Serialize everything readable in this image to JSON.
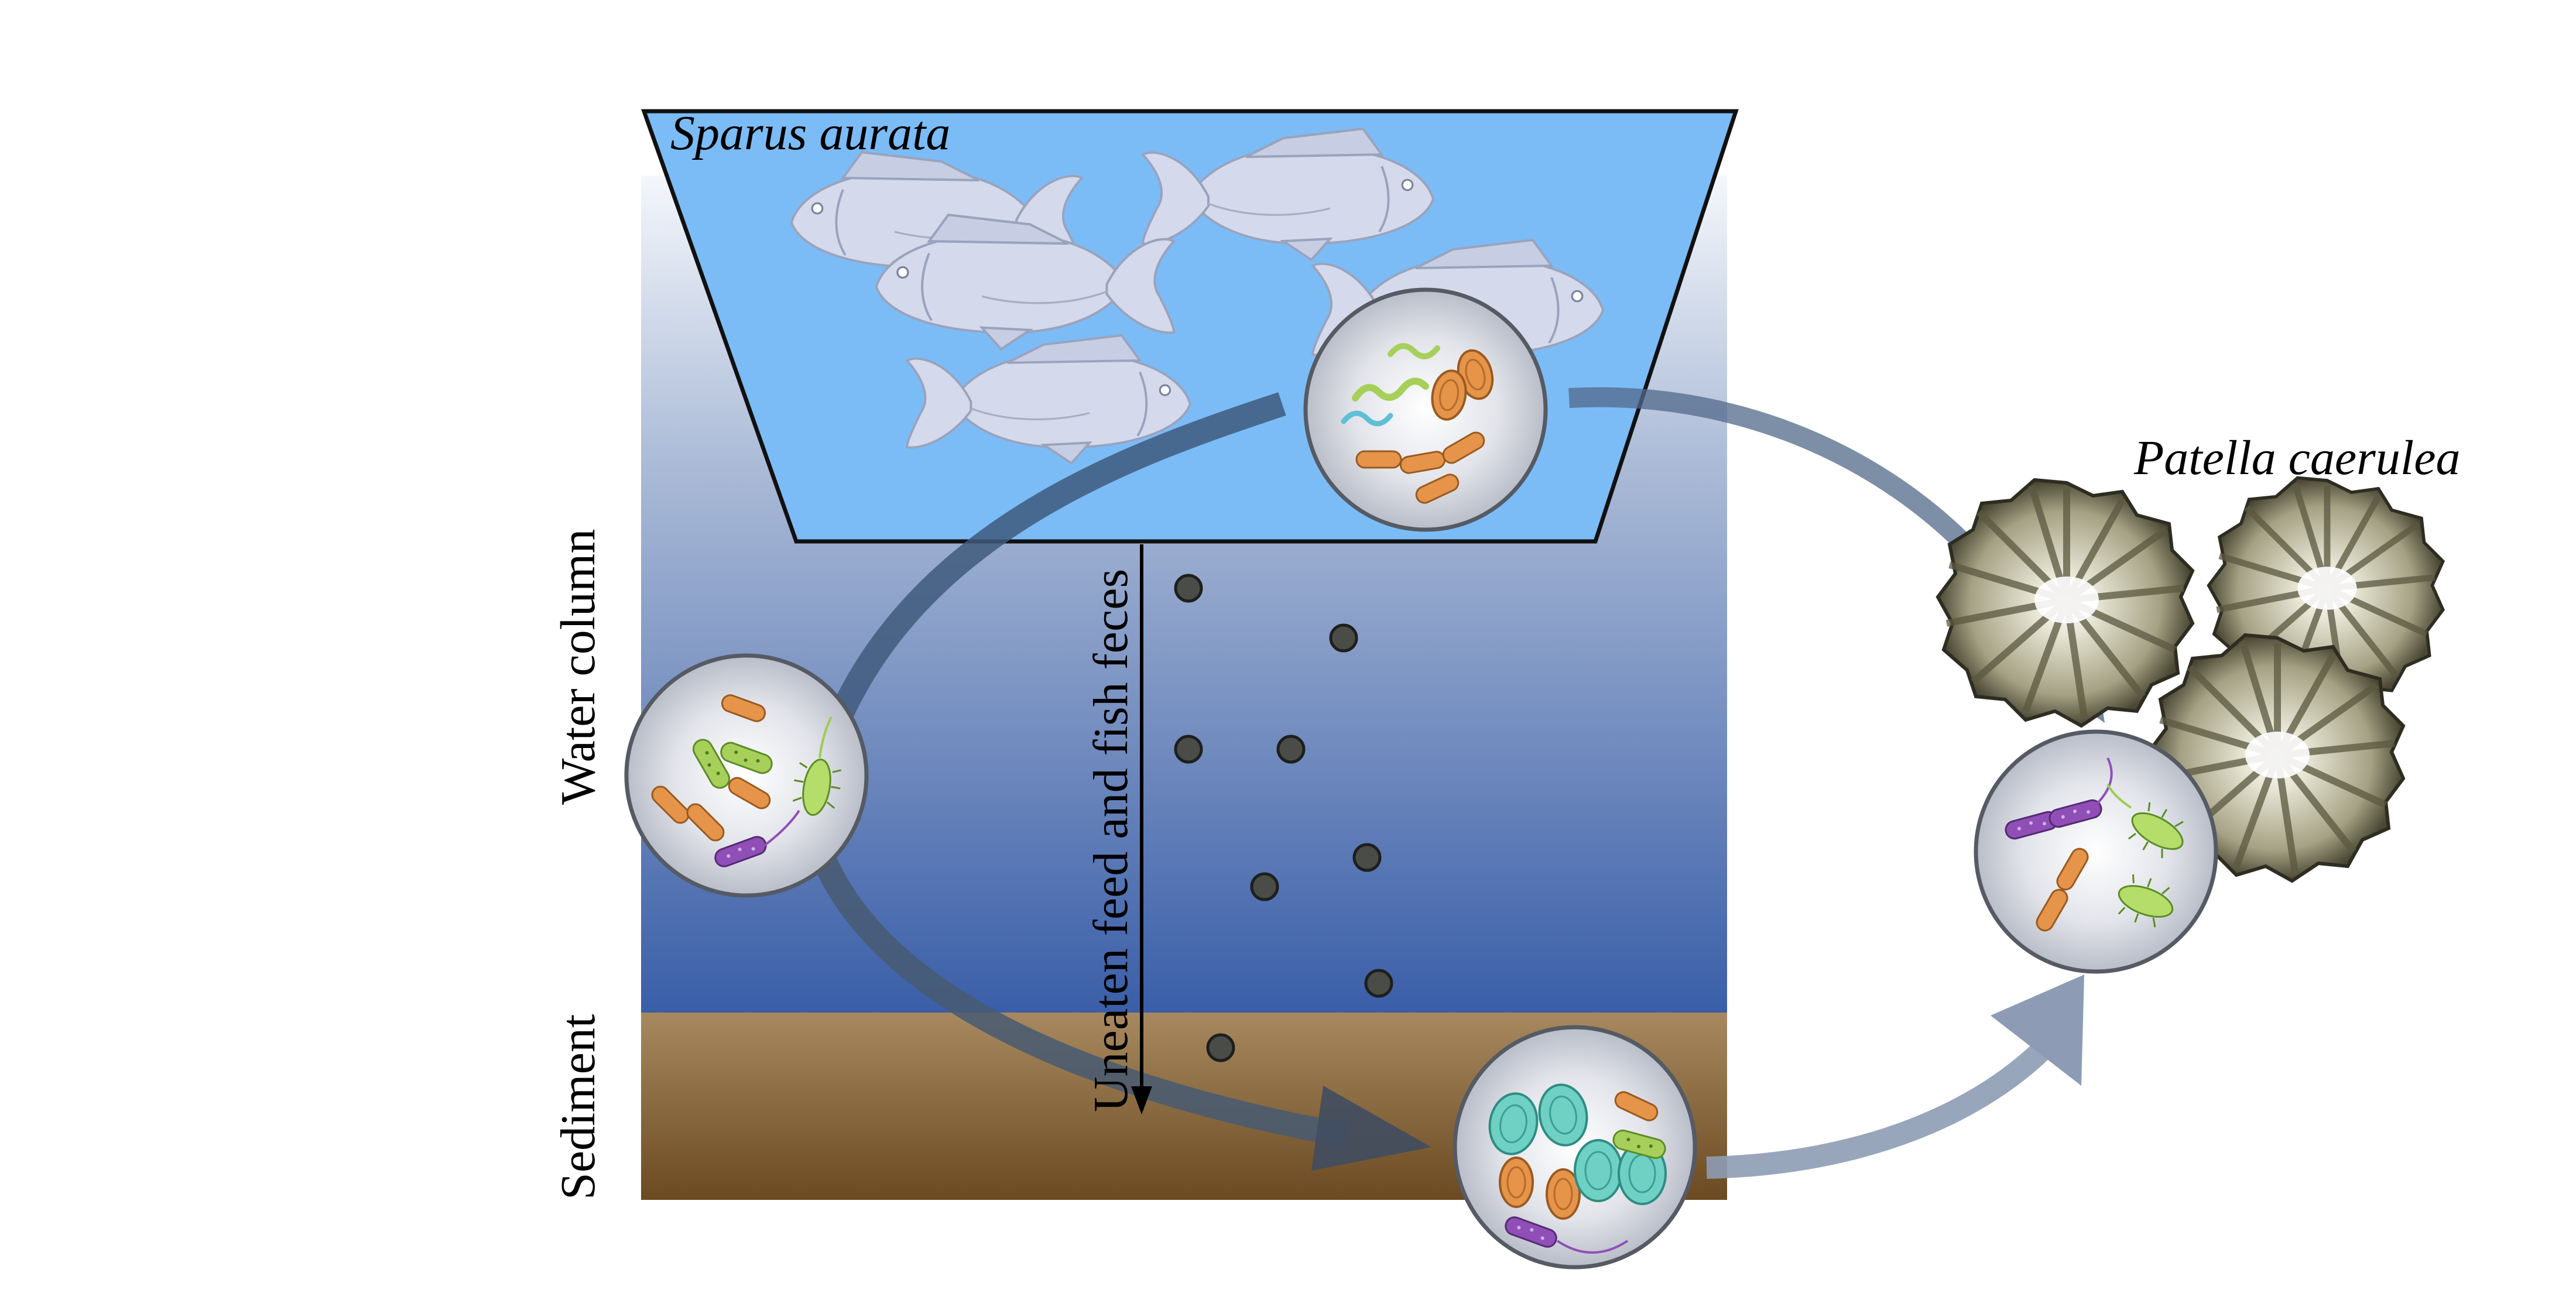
{
  "labels": {
    "cage_species": "Sparus aurata",
    "limpet_species": "Patella caerulea",
    "water_column": "Water column",
    "sediment": "Sediment",
    "waste_arrow": "Uneaten feed and fish feces"
  },
  "colors": {
    "water_top": "#e8eef7",
    "water_bottom": "#3a5ea8",
    "cage_fill": "#7bbcf7",
    "sediment_top": "#a3855f",
    "sediment_bottom": "#6b4a22",
    "flow_arrow_dark": "#3f5a7d",
    "flow_arrow_light": "#8d9cb4",
    "fish": "#cfd6ea",
    "shell": "#5f5c45",
    "bacteria_orange": "#e5944a",
    "bacteria_green": "#9ccc52",
    "bacteria_purple": "#8f4fb7",
    "bacteria_teal": "#6ccfc3"
  },
  "icons": [
    "fish-icon",
    "limpet-shell-icon",
    "microbial-community-icon",
    "particle-icon"
  ]
}
